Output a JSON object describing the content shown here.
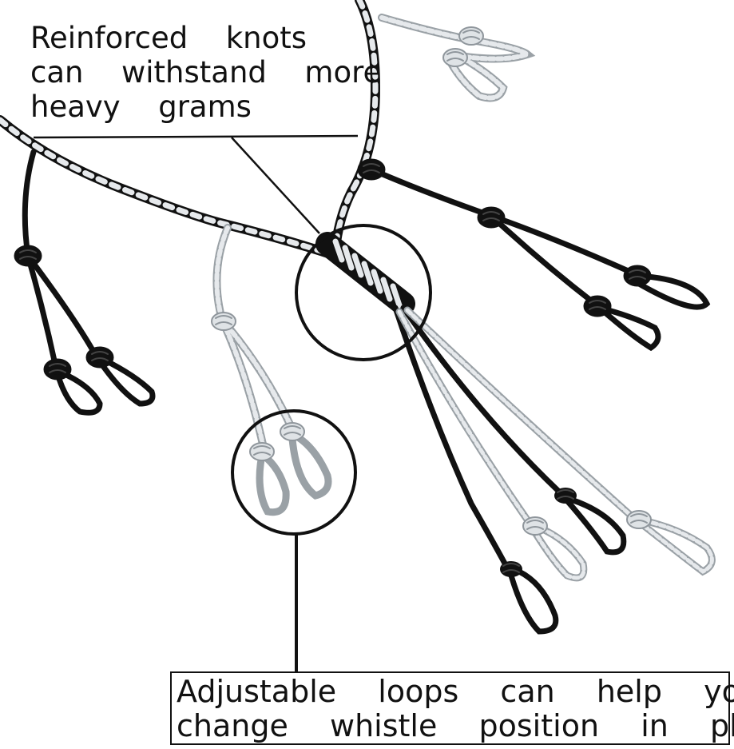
{
  "image": {
    "subject": "lanyard",
    "colors": {
      "black_cord": "#111111",
      "white_cord": "#e6e9ec",
      "white_cord_fleck": "#8f969c",
      "background": "#ffffff"
    }
  },
  "callouts": {
    "top_line1": "Reinforced  knots",
    "top_line2": "can  withstand  more",
    "top_line3": "heavy  grams",
    "bottom_line1": "Adjustable  loops  can  help  you",
    "bottom_line2": "change  whistle  position  in  place"
  }
}
